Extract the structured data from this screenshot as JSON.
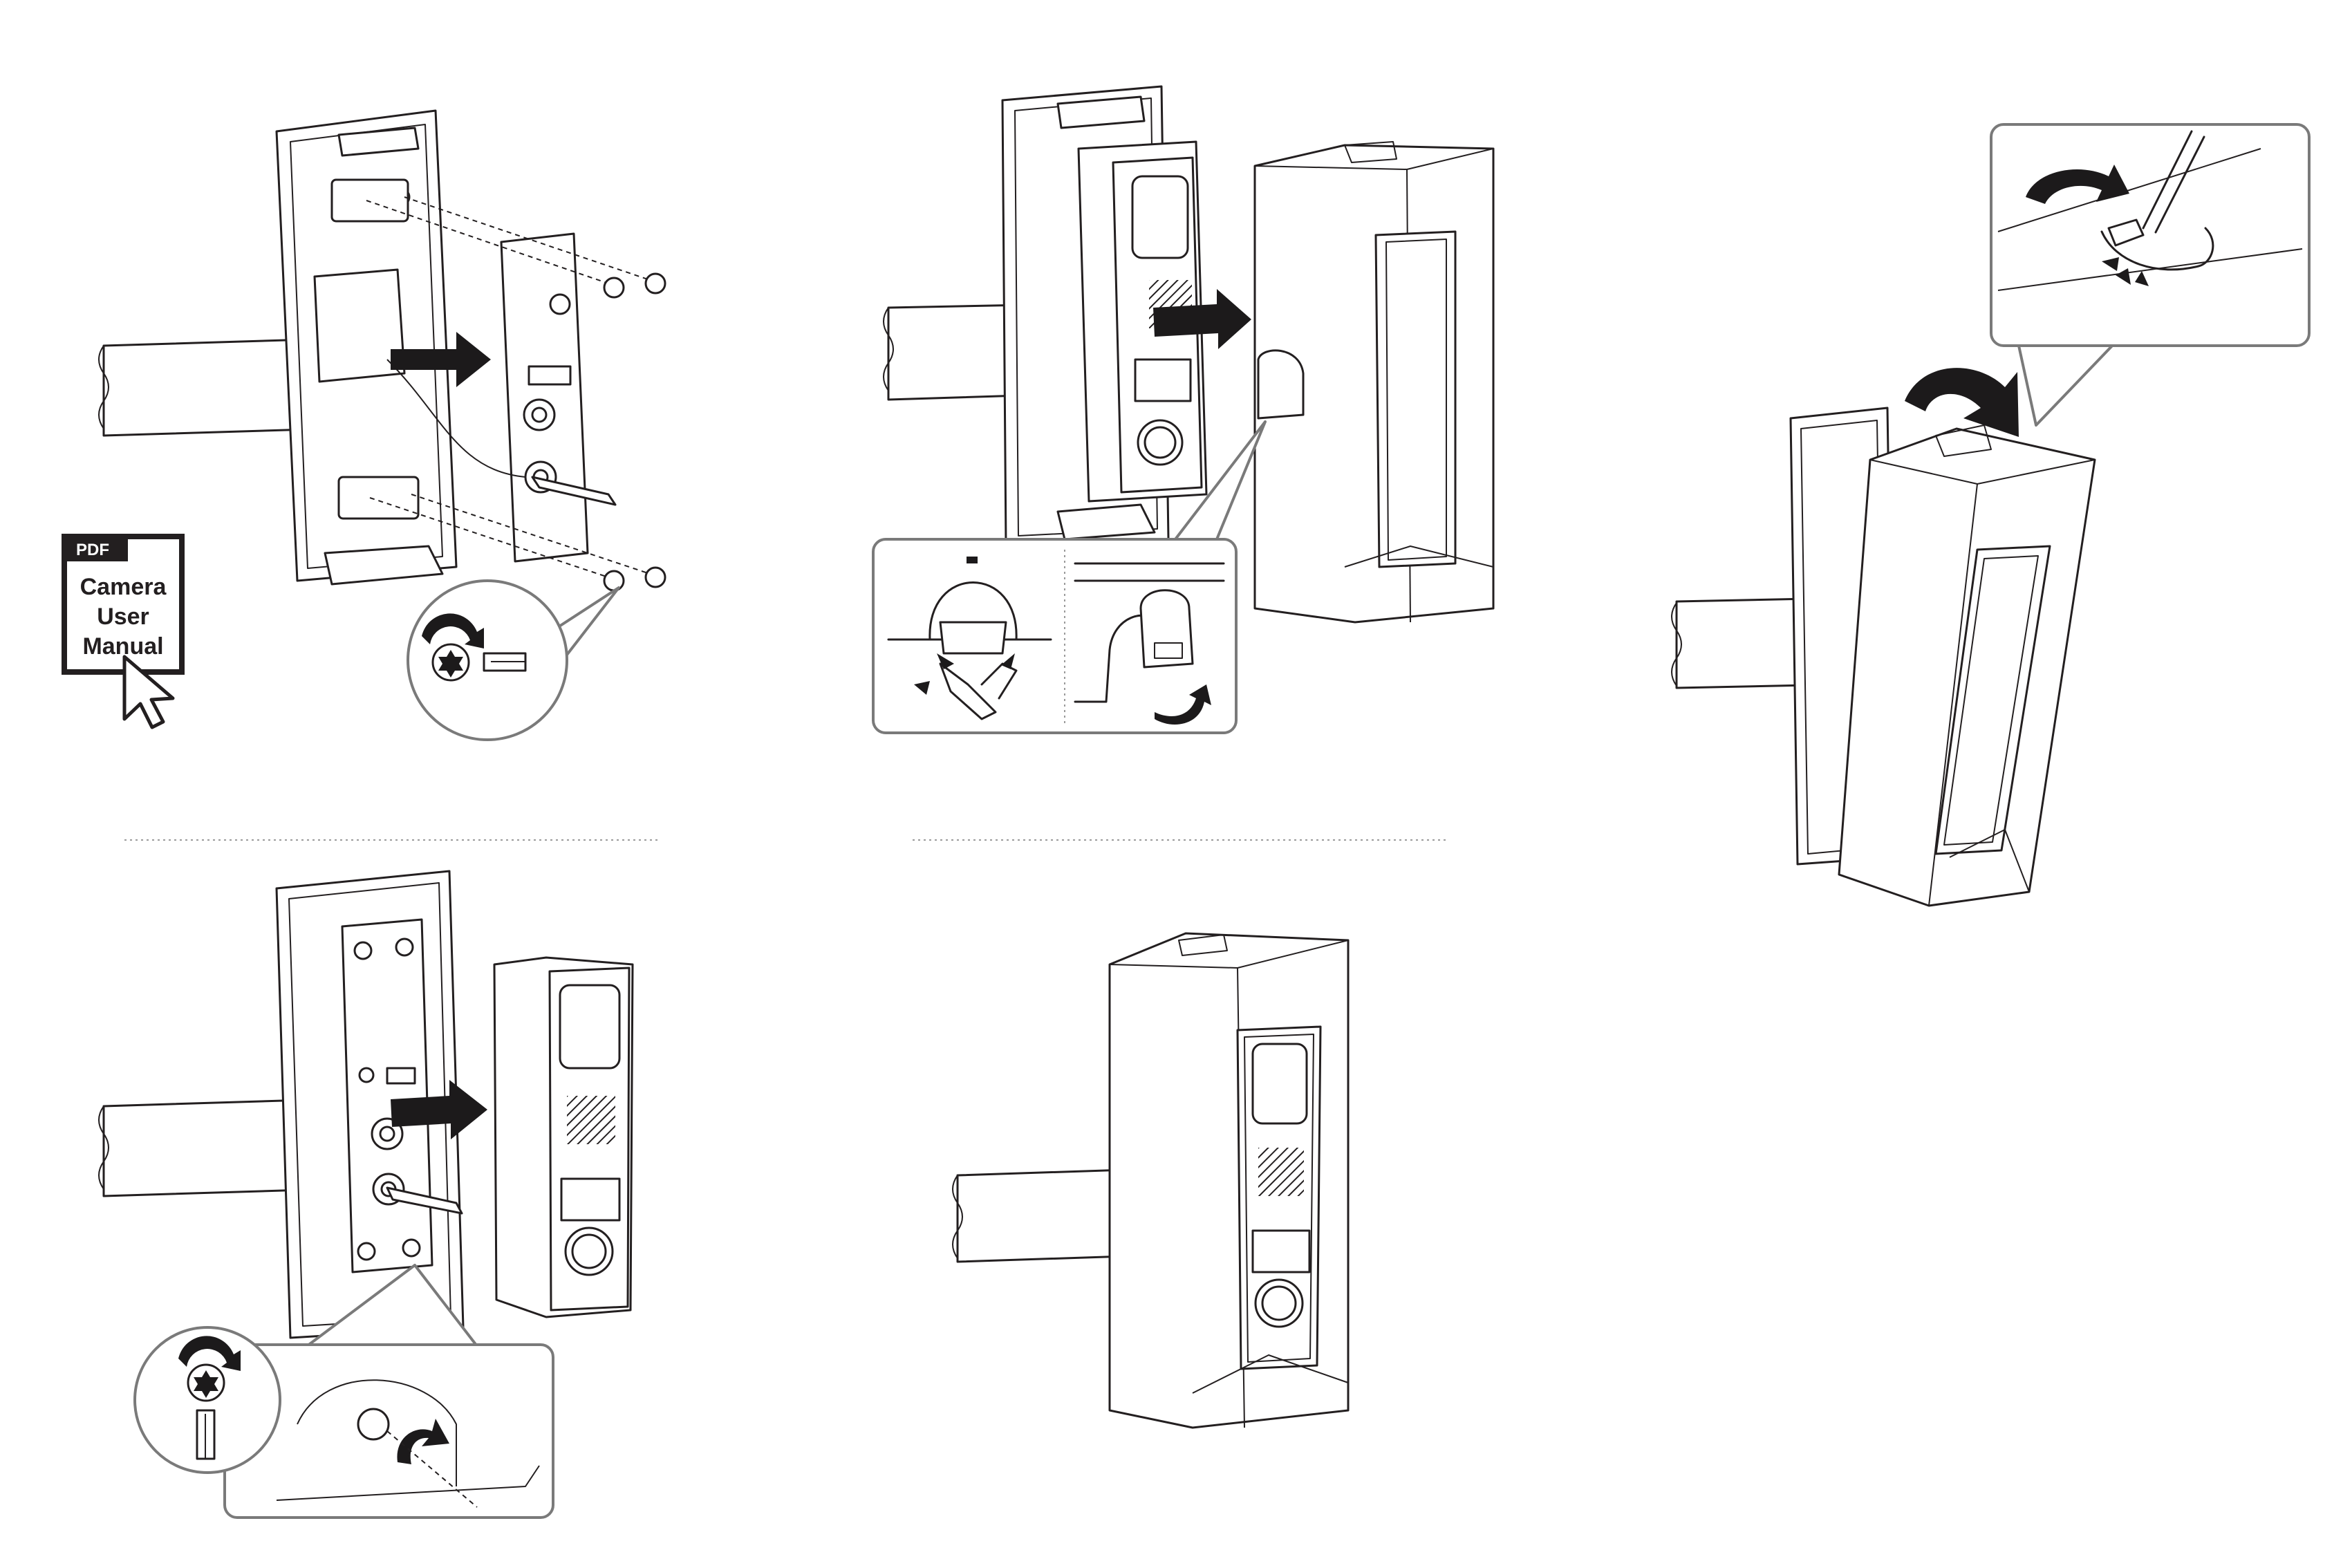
{
  "manual_link": {
    "badge": "PDF",
    "line1": "Camera",
    "line2": "User",
    "line3": "Manual",
    "icon": "cursor-arrow-icon"
  },
  "steps": [
    {
      "id": "attach-bracket-to-pole",
      "icon": "torx-screwdriver-icon"
    },
    {
      "id": "slide-camera-onto-bracket",
      "icon": "arrow-right-icon"
    },
    {
      "id": "cut-and-fold-tab",
      "icon": "pliers-icon"
    },
    {
      "id": "fasten-camera-screw",
      "icon": "torx-screwdriver-icon"
    },
    {
      "id": "close-housing-and-pry-tab",
      "icon": "flat-screwdriver-icon"
    },
    {
      "id": "final-installed-view",
      "icon": "camera-housing-icon"
    }
  ],
  "colors": {
    "line": "#231f20",
    "callout": "#7a7a7a",
    "separator": "#9a9a9a"
  }
}
